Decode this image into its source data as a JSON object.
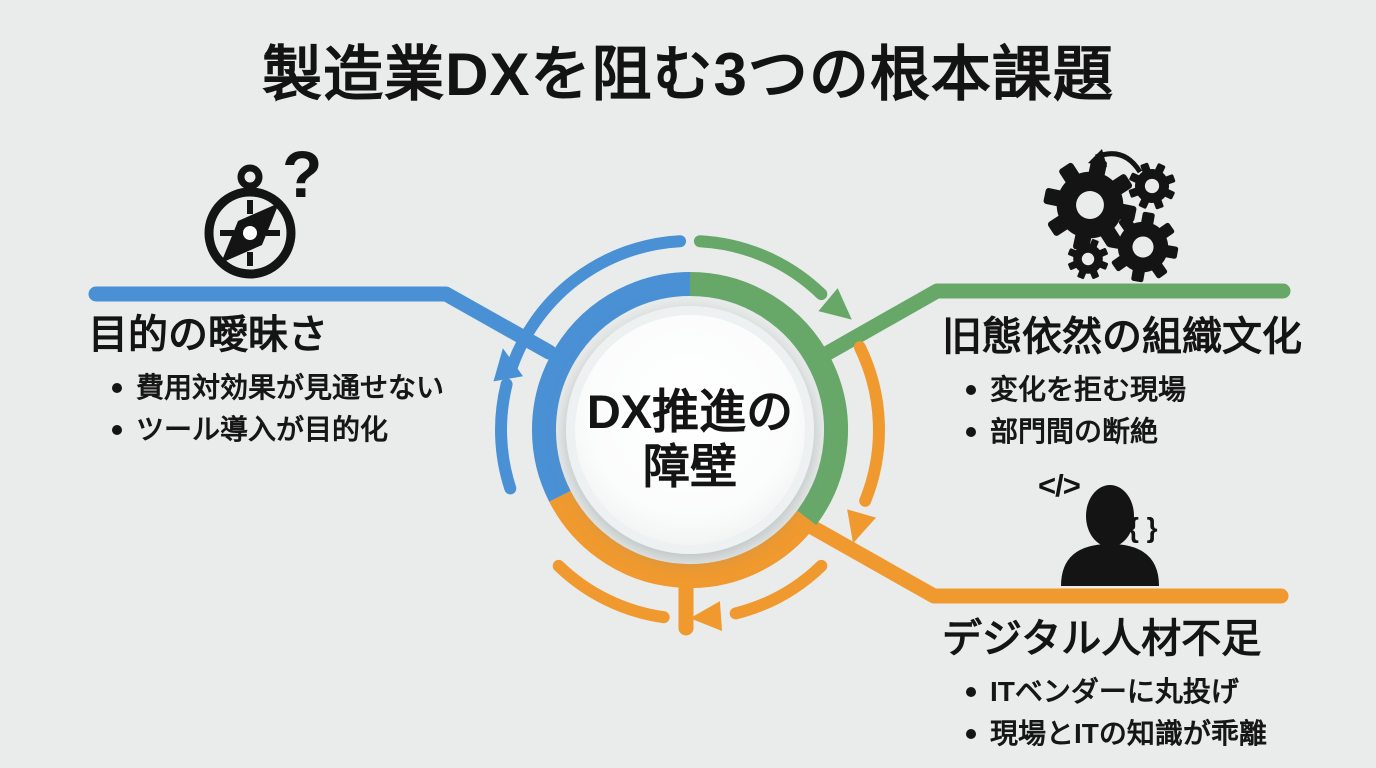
{
  "title": "製造業DXを阻む3つの根本課題",
  "center": {
    "line1": "DX推進の",
    "line2": "障壁"
  },
  "colors": {
    "blue": "#4a90d5",
    "green": "#67a869",
    "orange": "#f0992e",
    "background": "#e9eceb",
    "text": "#141414",
    "hub_fill": "#fdfefe"
  },
  "sections": [
    {
      "id": "purpose",
      "accent_color": "#4a90d5",
      "icon": "compass-question-icon",
      "icon_glyph": "?",
      "heading": "目的の曖昧さ",
      "bullets": [
        "費用対効果が見通せない",
        "ツール導入が目的化"
      ]
    },
    {
      "id": "culture",
      "accent_color": "#67a869",
      "icon": "gears-icon",
      "heading": "旧態依然の組織文化",
      "bullets": [
        "変化を拒む現場",
        "部門間の断絶"
      ]
    },
    {
      "id": "talent",
      "accent_color": "#f0992e",
      "icon": "developer-person-icon",
      "icon_glyphs": [
        "</>",
        "{ }"
      ],
      "heading": "デジタル人材不足",
      "bullets": [
        "ITベンダーに丸投げ",
        "現場とITの知識が乖離"
      ]
    }
  ]
}
